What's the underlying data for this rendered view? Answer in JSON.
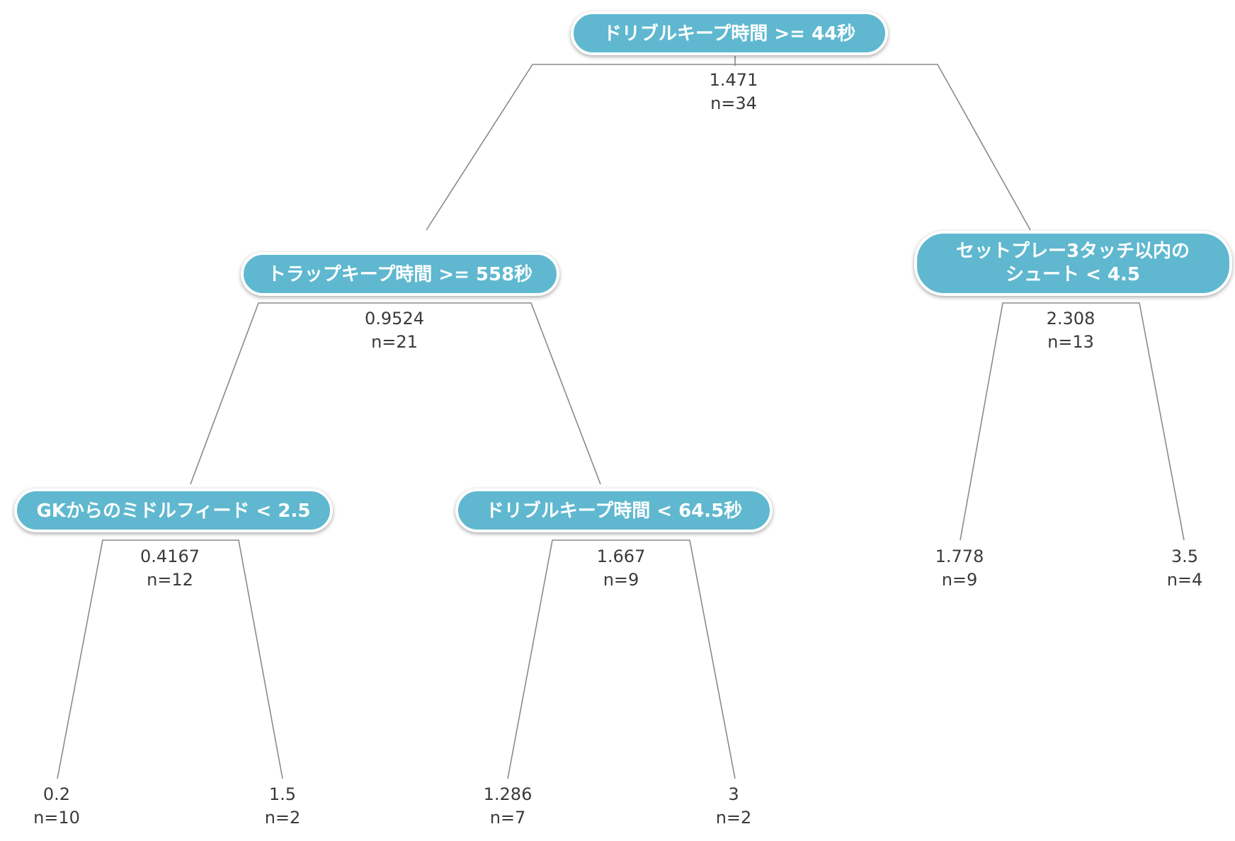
{
  "tree": {
    "splits": [
      {
        "id": "root",
        "lines": [
          "ドリブルキープ時間 >= 44秒"
        ],
        "mean": "1.471",
        "n": "n=34"
      },
      {
        "id": "left",
        "lines": [
          "トラップキープ時間 >= 558秒"
        ],
        "mean": "0.9524",
        "n": "n=21"
      },
      {
        "id": "right",
        "lines": [
          "セットプレー3タッチ以内の",
          "シュート < 4.5"
        ],
        "mean": "2.308",
        "n": "n=13"
      },
      {
        "id": "left-left",
        "lines": [
          "GKからのミドルフィード < 2.5"
        ],
        "mean": "0.4167",
        "n": "n=12"
      },
      {
        "id": "left-right",
        "lines": [
          "ドリブルキープ時間 < 64.5秒"
        ],
        "mean": "1.667",
        "n": "n=9"
      }
    ],
    "leaves": [
      {
        "id": "leaf-1",
        "mean": "0.2",
        "n": "n=10"
      },
      {
        "id": "leaf-2",
        "mean": "1.5",
        "n": "n=2"
      },
      {
        "id": "leaf-3",
        "mean": "1.286",
        "n": "n=7"
      },
      {
        "id": "leaf-4",
        "mean": "3",
        "n": "n=2"
      },
      {
        "id": "leaf-5",
        "mean": "1.778",
        "n": "n=9"
      },
      {
        "id": "leaf-6",
        "mean": "3.5",
        "n": "n=4"
      }
    ]
  }
}
